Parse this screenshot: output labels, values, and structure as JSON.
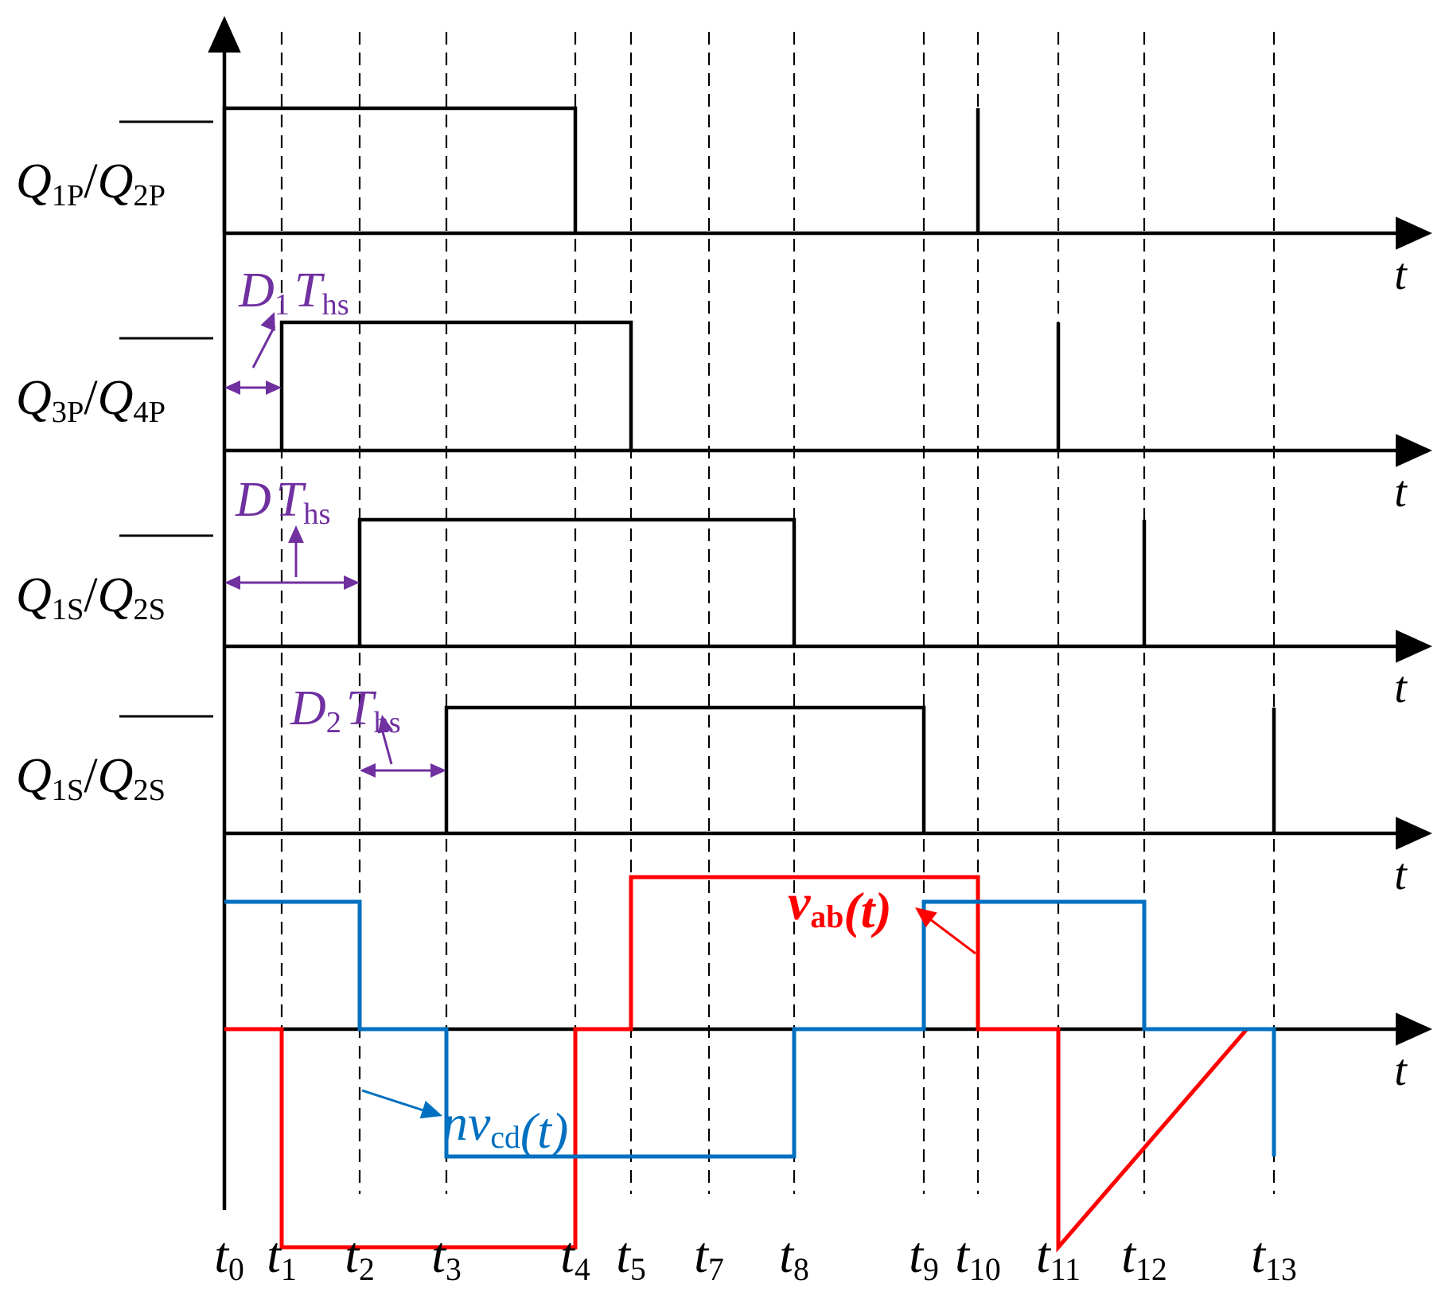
{
  "colors": {
    "axis": "#000000",
    "gate": "#000000",
    "vab": "#ff0000",
    "nvcd": "#0070c0",
    "annotation": "#7030a0"
  },
  "axis_label": "t",
  "time_labels": [
    {
      "base": "t",
      "sub": "0"
    },
    {
      "base": "t",
      "sub": "1"
    },
    {
      "base": "t",
      "sub": "2"
    },
    {
      "base": "t",
      "sub": "3"
    },
    {
      "base": "t",
      "sub": "4"
    },
    {
      "base": "t",
      "sub": "5"
    },
    {
      "base": "t",
      "sub": "7"
    },
    {
      "base": "t",
      "sub": "8"
    },
    {
      "base": "t",
      "sub": "9"
    },
    {
      "base": "t",
      "sub": "10"
    },
    {
      "base": "t",
      "sub": "11"
    },
    {
      "base": "t",
      "sub": "12"
    },
    {
      "base": "t",
      "sub": "13"
    }
  ],
  "gate_rows": [
    {
      "name": "q1p-q2p",
      "a": "Q",
      "a_sub": "1P",
      "sep": "/",
      "b": "Q",
      "b_sub": "2P",
      "high": [
        [
          0,
          4
        ],
        [
          9,
          13
        ]
      ]
    },
    {
      "name": "q3p-q4p",
      "a": "Q",
      "a_sub": "3P",
      "sep": "/",
      "b": "Q",
      "b_sub": "4P",
      "high": [
        [
          1,
          5
        ],
        [
          10,
          13
        ]
      ]
    },
    {
      "name": "q1s-q2s-a",
      "a": "Q",
      "a_sub": "1S",
      "sep": "/",
      "b": "Q",
      "b_sub": "2S",
      "high": [
        [
          2,
          7
        ],
        [
          11,
          13
        ]
      ]
    },
    {
      "name": "q1s-q2s-b",
      "a": "Q",
      "a_sub": "1S",
      "sep": "/",
      "b": "Q",
      "b_sub": "2S",
      "high": [
        [
          3,
          8
        ],
        [
          12,
          13
        ]
      ]
    }
  ],
  "annotations": [
    {
      "name": "d1-ths",
      "base": "D",
      "base_sub": "1",
      "tail": "T",
      "tail_sub": "hs",
      "span": [
        0,
        1
      ]
    },
    {
      "name": "d-ths",
      "base": "D",
      "base_sub": "",
      "tail": "T",
      "tail_sub": "hs",
      "span": [
        0,
        2
      ]
    },
    {
      "name": "d2-ths",
      "base": "D",
      "base_sub": "2",
      "tail": "T",
      "tail_sub": "hs",
      "span": [
        2,
        3
      ]
    }
  ],
  "waveforms": {
    "vab": {
      "label": "v",
      "label_sub": "ab",
      "label_arg": "(t)",
      "levels": [
        [
          0,
          0
        ],
        [
          1,
          1
        ],
        [
          4,
          0
        ],
        [
          5,
          -1
        ],
        [
          9,
          0
        ],
        [
          10,
          1
        ],
        [
          13,
          0
        ]
      ]
    },
    "nvcd": {
      "label": "nv",
      "label_sub": "cd",
      "label_arg": "(t)",
      "levels": [
        [
          0,
          -1
        ],
        [
          2,
          0
        ],
        [
          3,
          1
        ],
        [
          7,
          0
        ],
        [
          8,
          -1
        ],
        [
          11,
          0
        ],
        [
          12,
          1
        ]
      ]
    }
  }
}
